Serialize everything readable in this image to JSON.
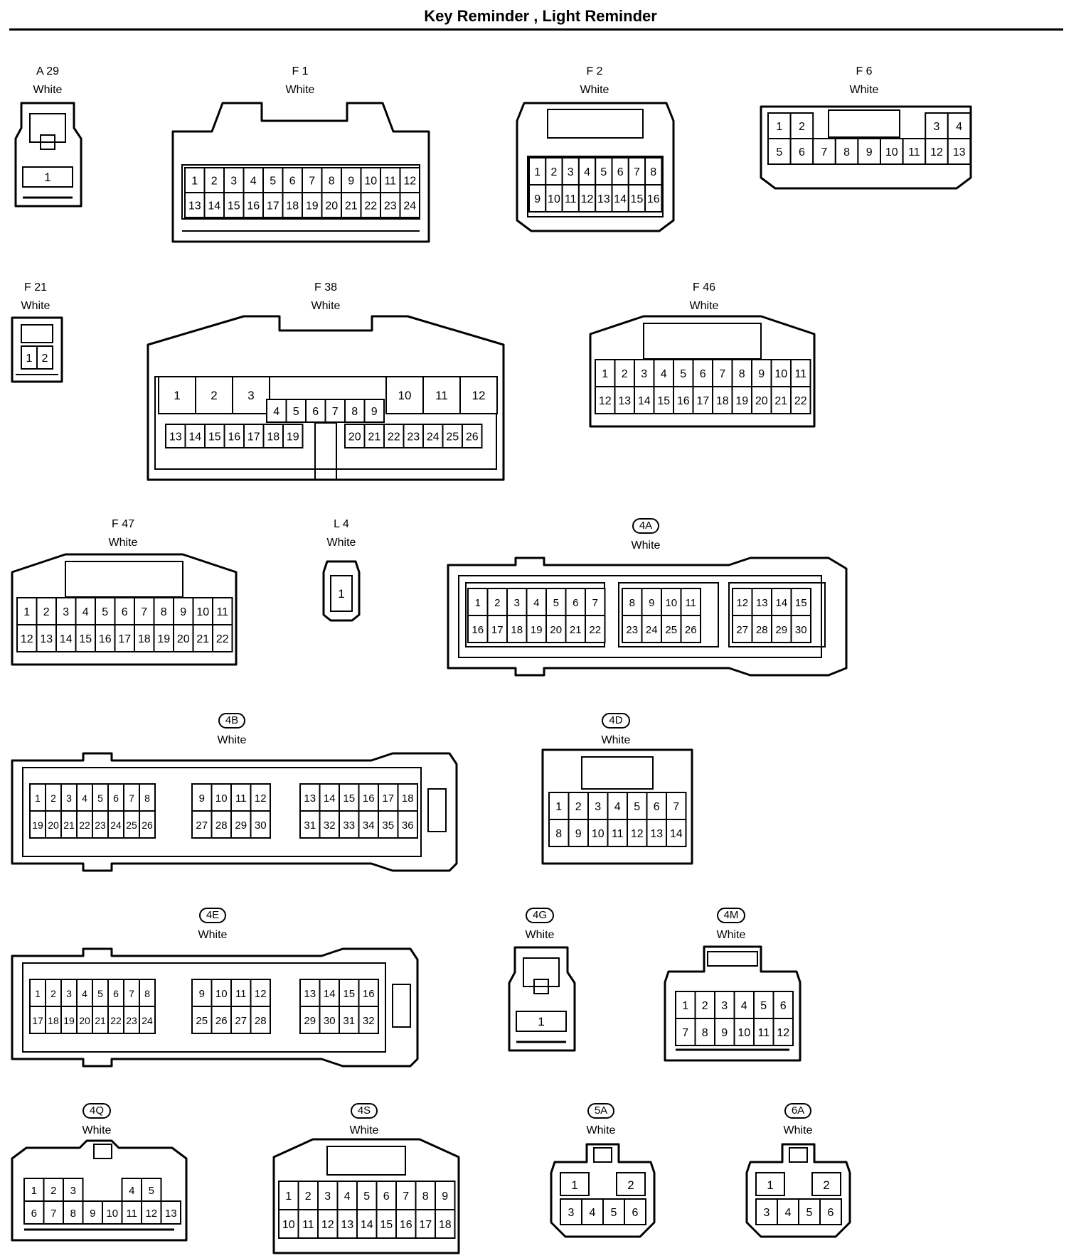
{
  "title": "Key Reminder , Light Reminder",
  "connectors": [
    {
      "id": "a29",
      "code": "A 29",
      "color": "White",
      "pill": false,
      "rows": [
        [
          "1"
        ]
      ]
    },
    {
      "id": "f1",
      "code": "F 1",
      "color": "White",
      "pill": false,
      "rows": [
        [
          "1",
          "2",
          "3",
          "4",
          "5",
          "6",
          "7",
          "8",
          "9",
          "10",
          "11",
          "12"
        ],
        [
          "13",
          "14",
          "15",
          "16",
          "17",
          "18",
          "19",
          "20",
          "21",
          "22",
          "23",
          "24"
        ]
      ]
    },
    {
      "id": "f2",
      "code": "F 2",
      "color": "White",
      "pill": false,
      "rows": [
        [
          "1",
          "2",
          "3",
          "4",
          "5",
          "6",
          "7",
          "8"
        ],
        [
          "9",
          "10",
          "11",
          "12",
          "13",
          "14",
          "15",
          "16"
        ]
      ]
    },
    {
      "id": "f6",
      "code": "F 6",
      "color": "White",
      "pill": false,
      "rows": [
        [
          "1",
          "2",
          "",
          "",
          "",
          "",
          "",
          "3",
          "4"
        ],
        [
          "5",
          "6",
          "7",
          "8",
          "9",
          "10",
          "11",
          "12",
          "13"
        ]
      ]
    },
    {
      "id": "f21",
      "code": "F 21",
      "color": "White",
      "pill": false,
      "rows": [
        [
          "1",
          "2"
        ]
      ]
    },
    {
      "id": "f38",
      "code": "F 38",
      "color": "White",
      "pill": false,
      "rows": [
        [
          "1",
          "2",
          "3",
          "10",
          "11",
          "12"
        ],
        [
          "4",
          "5",
          "6",
          "7",
          "8",
          "9"
        ],
        [
          "13",
          "14",
          "15",
          "16",
          "17",
          "18",
          "19",
          "20",
          "21",
          "22",
          "23",
          "24",
          "25",
          "26"
        ]
      ]
    },
    {
      "id": "f46",
      "code": "F 46",
      "color": "White",
      "pill": false,
      "rows": [
        [
          "1",
          "2",
          "3",
          "4",
          "5",
          "6",
          "7",
          "8",
          "9",
          "10",
          "11"
        ],
        [
          "12",
          "13",
          "14",
          "15",
          "16",
          "17",
          "18",
          "19",
          "20",
          "21",
          "22"
        ]
      ]
    },
    {
      "id": "f47",
      "code": "F 47",
      "color": "White",
      "pill": false,
      "rows": [
        [
          "1",
          "2",
          "3",
          "4",
          "5",
          "6",
          "7",
          "8",
          "9",
          "10",
          "11"
        ],
        [
          "12",
          "13",
          "14",
          "15",
          "16",
          "17",
          "18",
          "19",
          "20",
          "21",
          "22"
        ]
      ]
    },
    {
      "id": "l4",
      "code": "L 4",
      "color": "White",
      "pill": false,
      "rows": [
        [
          "1"
        ]
      ]
    },
    {
      "id": "c4a",
      "code": "4A",
      "color": "White",
      "pill": true,
      "blocks": [
        [
          [
            "1",
            "2",
            "3",
            "4",
            "5",
            "6",
            "7"
          ],
          [
            "16",
            "17",
            "18",
            "19",
            "20",
            "21",
            "22"
          ]
        ],
        [
          [
            "8",
            "9",
            "10",
            "11"
          ],
          [
            "23",
            "24",
            "25",
            "26"
          ]
        ],
        [
          [
            "12",
            "13",
            "14",
            "15"
          ],
          [
            "27",
            "28",
            "29",
            "30"
          ]
        ]
      ]
    },
    {
      "id": "c4b",
      "code": "4B",
      "color": "White",
      "pill": true,
      "blocks": [
        [
          [
            "1",
            "2",
            "3",
            "4",
            "5",
            "6",
            "7",
            "8"
          ],
          [
            "19",
            "20",
            "21",
            "22",
            "23",
            "24",
            "25",
            "26"
          ]
        ],
        [
          [
            "9",
            "10",
            "11",
            "12"
          ],
          [
            "27",
            "28",
            "29",
            "30"
          ]
        ],
        [
          [
            "13",
            "14",
            "15",
            "16",
            "17",
            "18"
          ],
          [
            "31",
            "32",
            "33",
            "34",
            "35",
            "36"
          ]
        ]
      ]
    },
    {
      "id": "c4d",
      "code": "4D",
      "color": "White",
      "pill": true,
      "rows": [
        [
          "1",
          "2",
          "3",
          "4",
          "5",
          "6",
          "7"
        ],
        [
          "8",
          "9",
          "10",
          "11",
          "12",
          "13",
          "14"
        ]
      ]
    },
    {
      "id": "c4e",
      "code": "4E",
      "color": "White",
      "pill": true,
      "blocks": [
        [
          [
            "1",
            "2",
            "3",
            "4",
            "5",
            "6",
            "7",
            "8"
          ],
          [
            "17",
            "18",
            "19",
            "20",
            "21",
            "22",
            "23",
            "24"
          ]
        ],
        [
          [
            "9",
            "10",
            "11",
            "12"
          ],
          [
            "25",
            "26",
            "27",
            "28"
          ]
        ],
        [
          [
            "13",
            "14",
            "15",
            "16"
          ],
          [
            "29",
            "30",
            "31",
            "32"
          ]
        ]
      ]
    },
    {
      "id": "c4g",
      "code": "4G",
      "color": "White",
      "pill": true,
      "rows": [
        [
          "1"
        ]
      ]
    },
    {
      "id": "c4m",
      "code": "4M",
      "color": "White",
      "pill": true,
      "rows": [
        [
          "1",
          "2",
          "3",
          "4",
          "5",
          "6"
        ],
        [
          "7",
          "8",
          "9",
          "10",
          "11",
          "12"
        ]
      ]
    },
    {
      "id": "c4q",
      "code": "4Q",
      "color": "White",
      "pill": true,
      "rows": [
        [
          "1",
          "2",
          "3",
          "",
          "",
          "4",
          "5"
        ],
        [
          "6",
          "7",
          "8",
          "9",
          "10",
          "11",
          "12",
          "13"
        ]
      ]
    },
    {
      "id": "c4s",
      "code": "4S",
      "color": "White",
      "pill": true,
      "rows": [
        [
          "1",
          "2",
          "3",
          "4",
          "5",
          "6",
          "7",
          "8",
          "9"
        ],
        [
          "10",
          "11",
          "12",
          "13",
          "14",
          "15",
          "16",
          "17",
          "18"
        ]
      ]
    },
    {
      "id": "c5a",
      "code": "5A",
      "color": "White",
      "pill": true,
      "rows": [
        [
          "1",
          "2"
        ],
        [
          "3",
          "4",
          "5",
          "6"
        ]
      ]
    },
    {
      "id": "c6a",
      "code": "6A",
      "color": "White",
      "pill": true,
      "rows": [
        [
          "1",
          "2"
        ],
        [
          "3",
          "4",
          "5",
          "6"
        ]
      ]
    }
  ]
}
